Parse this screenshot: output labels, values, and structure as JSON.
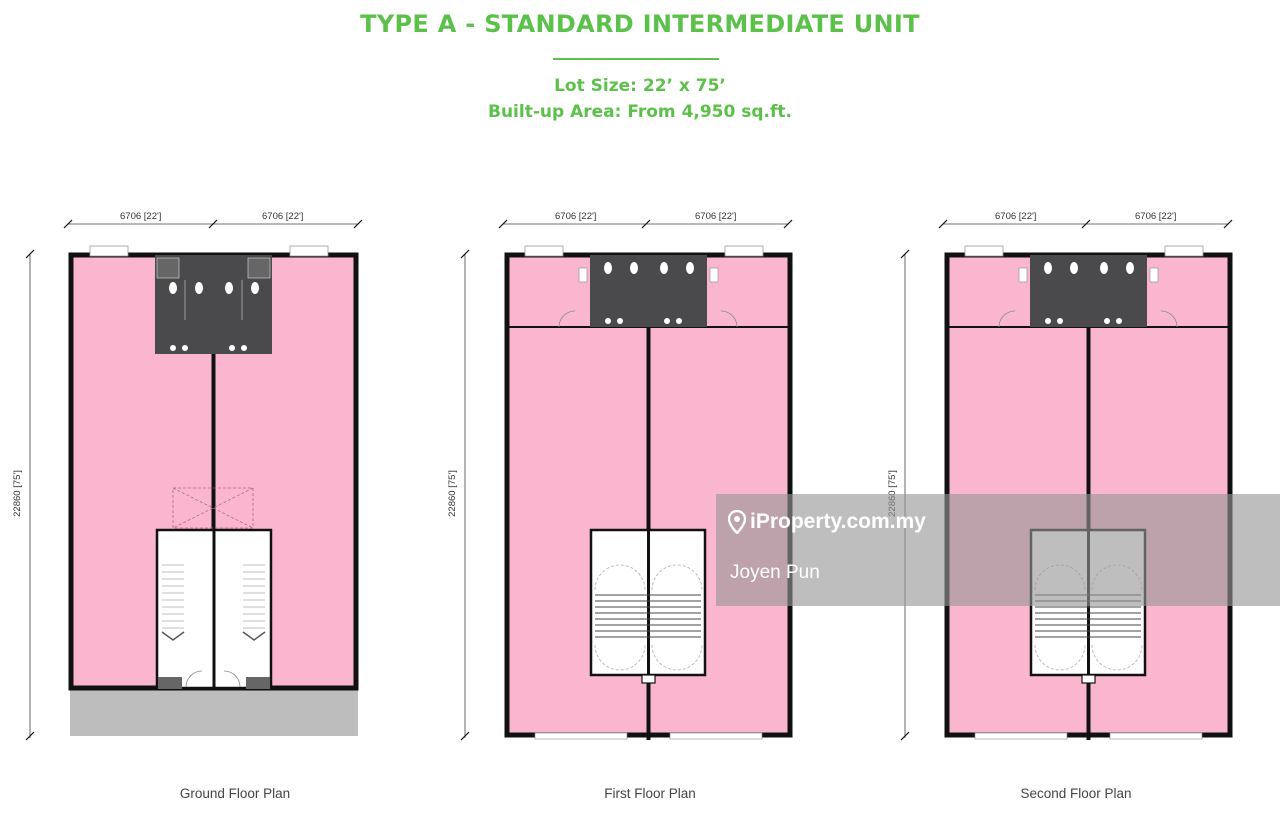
{
  "header": {
    "title": "TYPE A - STANDARD INTERMEDIATE UNIT",
    "lot_size": "Lot Size: 22’ x 75’",
    "built_up": "Built-up Area: From 4,950 sq.ft."
  },
  "colors": {
    "accent": "#5cc14a",
    "room_fill": "#fbb6cf",
    "wall": "#111111",
    "toilet_block": "#4a4a4c",
    "driveway": "#bdbdbd"
  },
  "plans": [
    {
      "caption": "Ground Floor Plan",
      "dim_left": "6706 [22']",
      "dim_right": "6706 [22']",
      "dim_height": "22860 [75']"
    },
    {
      "caption": "First Floor Plan",
      "dim_left": "6706 [22']",
      "dim_right": "6706 [22']",
      "dim_height": "22860 [75']"
    },
    {
      "caption": "Second Floor Plan",
      "dim_left": "6706 [22']",
      "dim_right": "6706 [22']",
      "dim_height": "22860 [75']"
    }
  ],
  "watermark": {
    "brand": "iProperty.com.my",
    "agent": "Joyen Pun",
    "icon": "location-pin-icon"
  }
}
